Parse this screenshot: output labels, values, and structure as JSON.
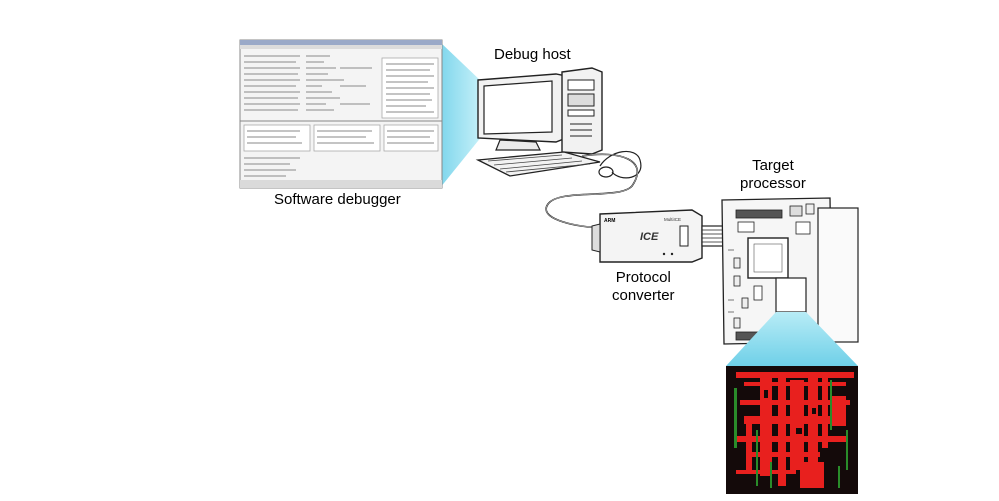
{
  "labels": {
    "software_debugger": "Software debugger",
    "debug_host": "Debug host",
    "target_processor": "Target\nprocessor",
    "protocol_converter": "Protocol\nconverter"
  },
  "device": {
    "brand": "ARM",
    "product_line": "MultiICE",
    "badge": "ICE"
  },
  "colors": {
    "projection": "#8fe0f0",
    "chip_bg": "#140a0a",
    "chip_red": "#e8201e",
    "chip_green": "#2a8c2a",
    "outline": "#222222"
  }
}
